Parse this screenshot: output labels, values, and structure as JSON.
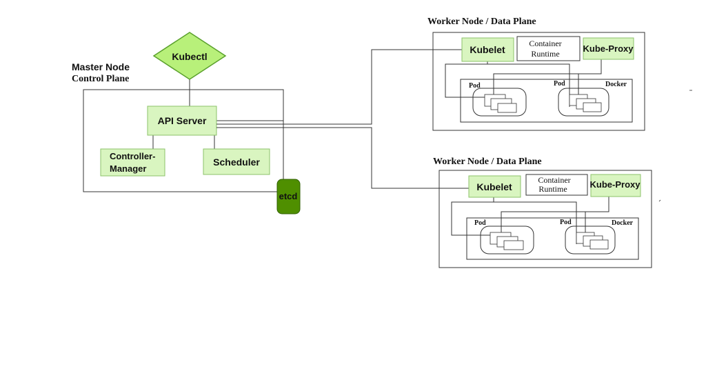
{
  "master": {
    "title_line1": "Master Node",
    "title_line2": "Control Plane",
    "kubectl": "Kubectl",
    "api_server": "API Server",
    "controller_line1": "Controller-",
    "controller_line2": "Manager",
    "scheduler": "Scheduler",
    "etcd": "etcd"
  },
  "workers": [
    {
      "title": "Worker Node / Data Plane",
      "kubelet": "Kubelet",
      "runtime_line1": "Container",
      "runtime_line2": "Runtime",
      "kube_proxy": "Kube-Proxy",
      "pod1": "Pod",
      "pod2": "Pod",
      "docker": "Docker"
    },
    {
      "title": "Worker Node / Data Plane",
      "kubelet": "Kubelet",
      "runtime_line1": "Container",
      "runtime_line2": "Runtime",
      "kube_proxy": "Kube-Proxy",
      "pod1": "Pod",
      "pod2": "Pod",
      "docker": "Docker"
    }
  ],
  "colors": {
    "component_fill": "#d9f5c0",
    "component_stroke": "#8cc26a",
    "kubectl_fill": "#b8f07a",
    "kubectl_stroke": "#5aa02c",
    "etcd_fill": "#4f8f00",
    "etcd_stroke": "#2f5f00",
    "line": "#333333"
  }
}
